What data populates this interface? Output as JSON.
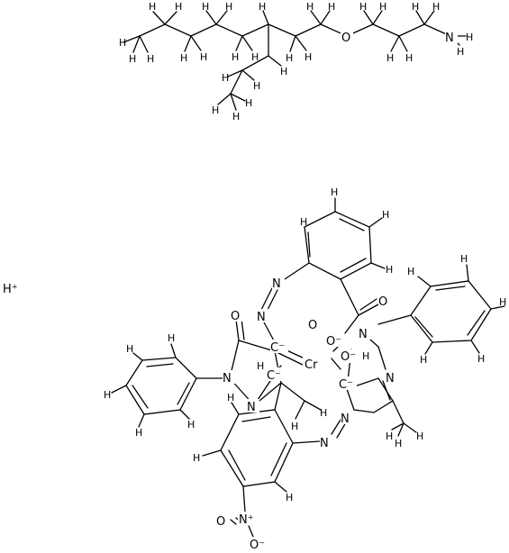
{
  "molecule": {
    "amine_fragment": {
      "hydrogen": "H",
      "oxygen": "O",
      "nitrogen": "N"
    },
    "proton": "H⁺",
    "complex": {
      "chromium": "Cr",
      "oxygen": "O",
      "nitrogen": "N",
      "carbanion": "C⁻",
      "oxide_anion": "O⁻",
      "hydrogen": "H",
      "nitro_nitrogen": "N⁺",
      "nitro_oxygen": "O",
      "nitro_oxide": "O⁻"
    }
  },
  "colors": {
    "bond": "#000000",
    "background": "#ffffff"
  }
}
